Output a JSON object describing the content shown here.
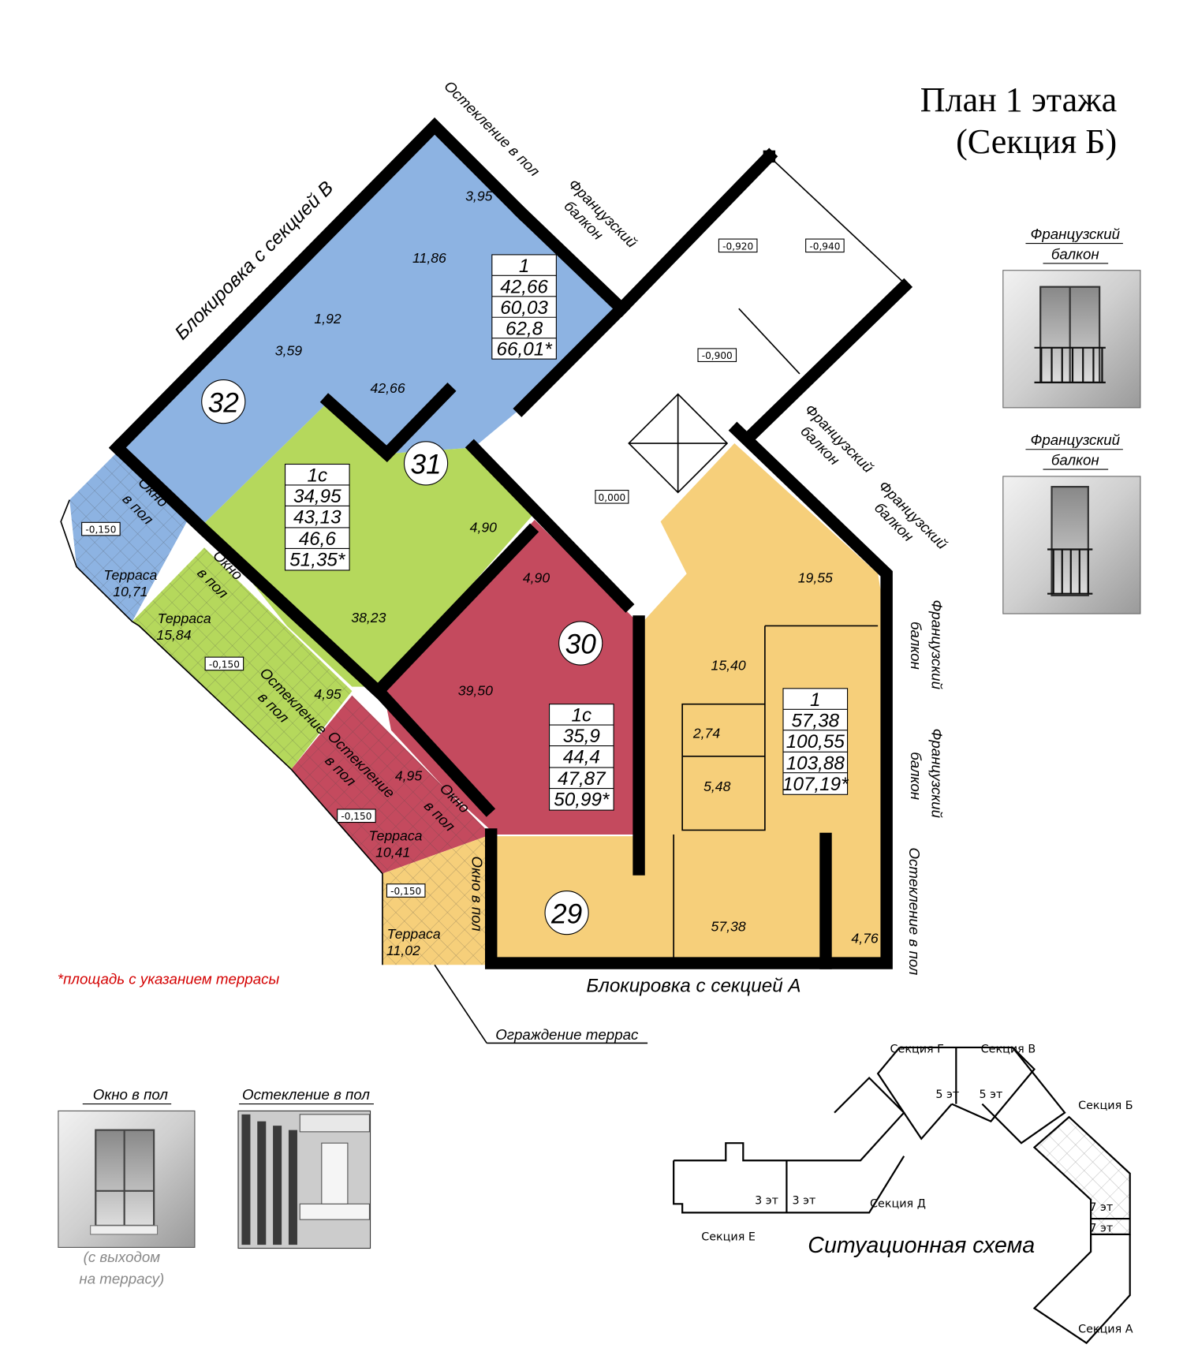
{
  "title": {
    "line1": "План 1 этажа",
    "line2": "(Секция Б)"
  },
  "colors": {
    "apt32": "#8db3e2",
    "apt31": "#b5d85c",
    "apt30": "#c44a5e",
    "apt29": "#f6cf7a",
    "note": "#d40000"
  },
  "apartments": [
    {
      "number": "32",
      "table": [
        "1",
        "42,66",
        "60,03",
        "62,8",
        "66,01*"
      ],
      "rooms": [
        "3,95",
        "11,86",
        "1,92",
        "3,59",
        "42,66"
      ],
      "terrace": {
        "label": "Терраса",
        "area": "10,71",
        "level": "-0,150"
      }
    },
    {
      "number": "31",
      "table": [
        "1с",
        "34,95",
        "43,13",
        "46,6",
        "51,35*"
      ],
      "rooms": [
        "38,23",
        "4,90",
        "4,95"
      ],
      "terrace": {
        "label": "Терраса",
        "area": "15,84",
        "level": "-0,150"
      }
    },
    {
      "number": "30",
      "table": [
        "1с",
        "35,9",
        "44,4",
        "47,87",
        "50,99*"
      ],
      "rooms": [
        "39,50",
        "4,90",
        "4,95"
      ],
      "terrace": {
        "label": "Терраса",
        "area": "10,41",
        "level": "-0,150"
      }
    },
    {
      "number": "29",
      "table": [
        "1",
        "57,38",
        "100,55",
        "103,88",
        "107,19*"
      ],
      "rooms": [
        "19,55",
        "15,40",
        "2,74",
        "5,48",
        "57,38",
        "4,76"
      ],
      "terrace": {
        "label": "Терраса",
        "area": "11,02",
        "level": "-0,150"
      }
    }
  ],
  "levels": [
    "-0,920",
    "-0,940",
    "-0,900",
    "0,000"
  ],
  "annotations": {
    "glazing_floor": "Остекление в пол",
    "french_balcony_1": "Французский",
    "french_balcony_2": "балкон",
    "window_floor_1": "Окно",
    "window_floor_2": "в пол",
    "window_floor_full": "Окно в пол",
    "glazing_1": "Остекление",
    "glazing_2": "в пол",
    "block_v": "Блокировка с секцией В",
    "block_a": "Блокировка с секцией А",
    "fence": "Ограждение террас",
    "note": "*площадь с указанием террасы"
  },
  "legend": {
    "french_balcony_1": "Французский",
    "french_balcony_2": "балкон",
    "window_floor": "Окно в пол",
    "window_floor_note_1": "(с выходом",
    "window_floor_note_2": "на террасу)",
    "glazing_floor": "Остекление в пол"
  },
  "scheme": {
    "title": "Ситуационная схема",
    "sections": [
      "Секция Г",
      "Секция В",
      "Секция Б",
      "Секция Д",
      "Секция Е",
      "Секция А"
    ],
    "floors": [
      "5 эт",
      "5 эт",
      "3 эт",
      "3 эт",
      "7 эт",
      "7 эт"
    ]
  }
}
